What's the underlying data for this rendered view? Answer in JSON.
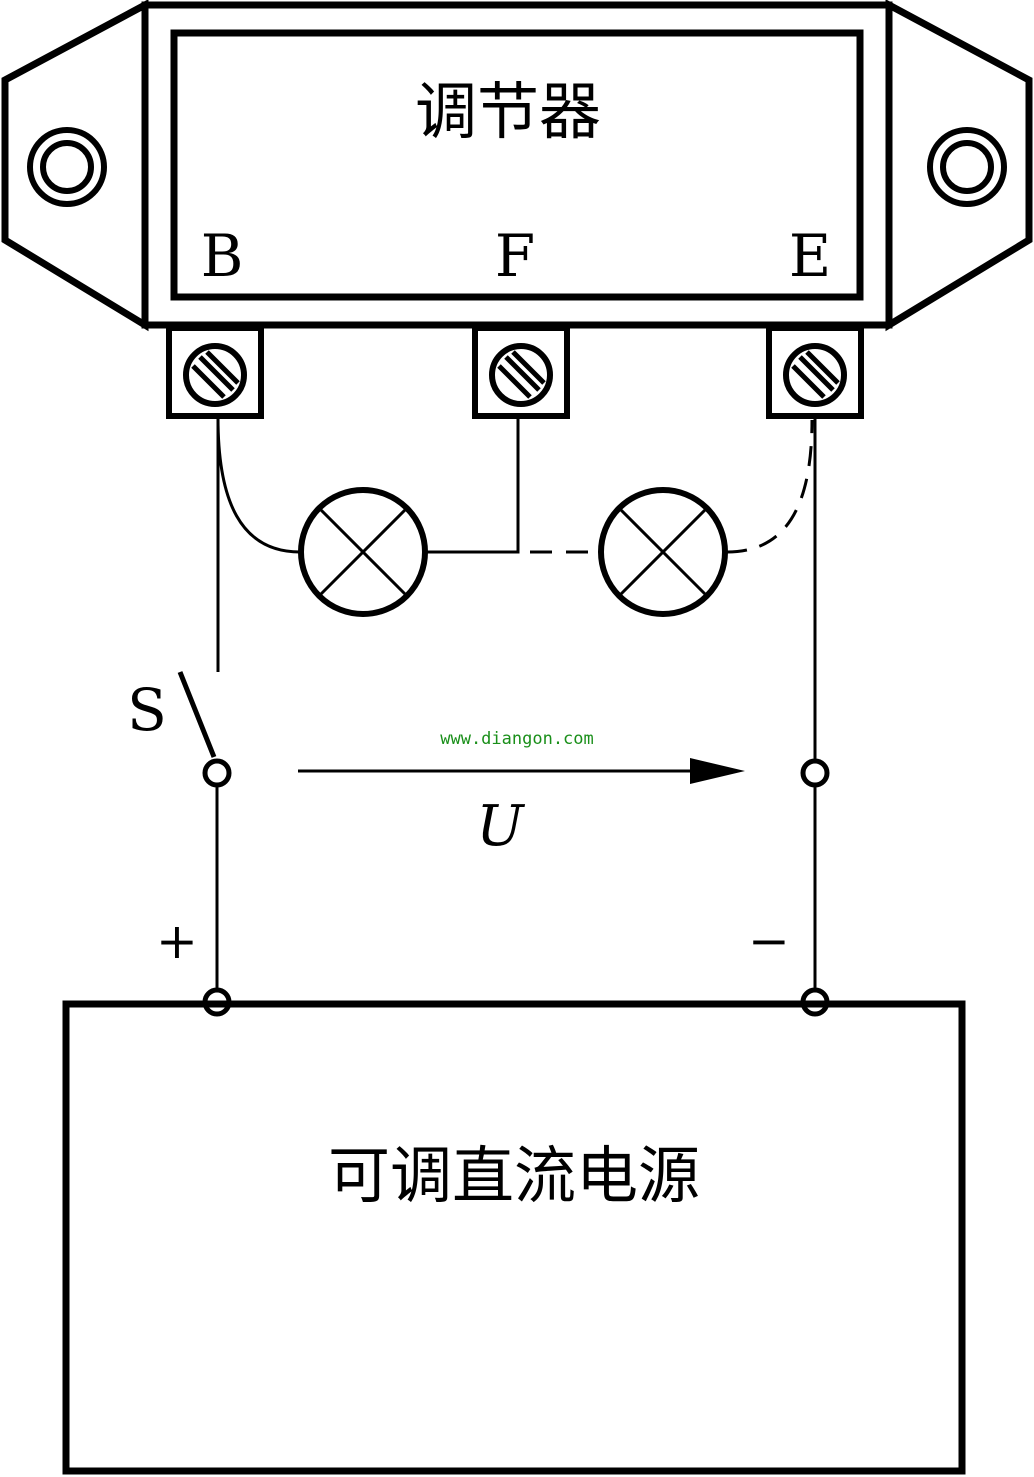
{
  "regulator": {
    "title": "调节器",
    "terminals": {
      "b": "B",
      "f": "F",
      "e": "E"
    }
  },
  "switch_label": "S",
  "voltage_label": "U",
  "watermark": "www.diangon.com",
  "polarity": {
    "plus": "+",
    "minus": "−"
  },
  "power_supply": {
    "label": "可调直流电源"
  },
  "colors": {
    "line": "#000000",
    "watermark": "#1a8f1a"
  }
}
